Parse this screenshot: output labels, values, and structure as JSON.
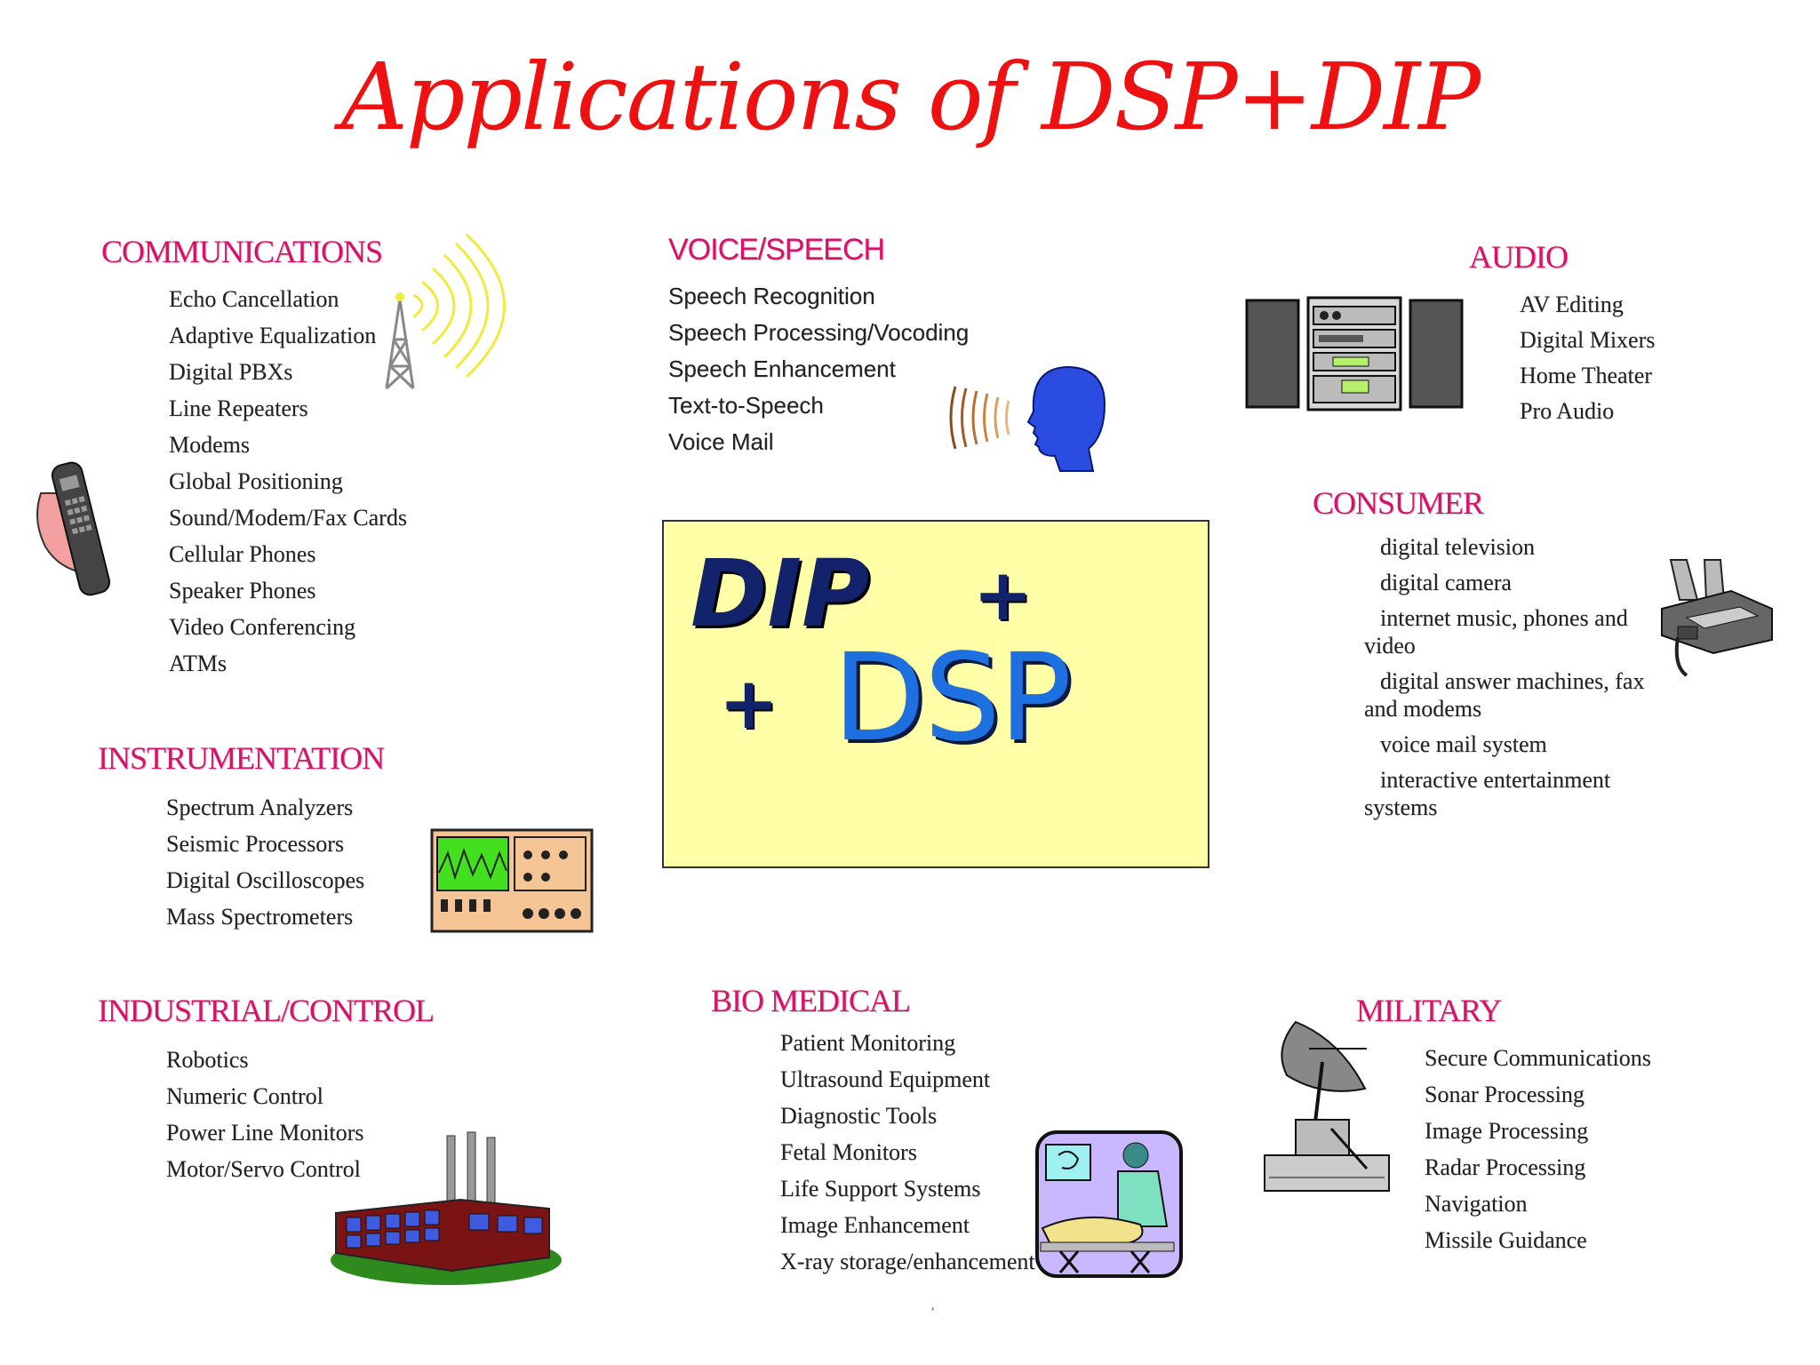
{
  "title": "Applications of DSP+DIP",
  "center": {
    "dip": "DIP",
    "plus_a": "+",
    "plus_b": "+",
    "dsp": "DSP"
  },
  "communications": {
    "heading": "COMMUNICATIONS",
    "items": [
      "Echo Cancellation",
      "Adaptive Equalization",
      "Digital PBXs",
      "Line Repeaters",
      "Modems",
      "Global Positioning",
      "Sound/Modem/Fax Cards",
      "Cellular Phones",
      "Speaker Phones",
      "Video Conferencing",
      "ATMs"
    ]
  },
  "voice": {
    "heading": "VOICE/SPEECH",
    "items": [
      "Speech Recognition",
      "Speech Processing/Vocoding",
      "Speech Enhancement",
      "Text-to-Speech",
      "Voice Mail"
    ]
  },
  "audio": {
    "heading": "AUDIO",
    "items": [
      "AV Editing",
      "Digital Mixers",
      "Home Theater",
      "Pro Audio"
    ]
  },
  "consumer": {
    "heading": "CONSUMER",
    "items": [
      "digital television",
      "digital camera",
      "internet music, phones and video",
      "digital answer machines, fax and modems",
      "voice mail system",
      "interactive entertainment systems"
    ]
  },
  "instrumentation": {
    "heading": "INSTRUMENTATION",
    "items": [
      "Spectrum Analyzers",
      "Seismic Processors",
      "Digital Oscilloscopes",
      "Mass Spectrometers"
    ]
  },
  "industrial": {
    "heading": "INDUSTRIAL/CONTROL",
    "items": [
      "Robotics",
      "Numeric Control",
      "Power Line Monitors",
      "Motor/Servo Control"
    ]
  },
  "biomedical": {
    "heading": "BIO MEDICAL",
    "items": [
      "Patient Monitoring",
      "Ultrasound Equipment",
      "Diagnostic Tools",
      "Fetal Monitors",
      "Life Support Systems",
      "Image Enhancement",
      "X-ray storage/enhancement"
    ]
  },
  "military": {
    "heading": "MILITARY",
    "items": [
      "Secure Communications",
      "Sonar Processing",
      "Image Processing",
      "Radar Processing",
      "Navigation",
      "Missile  Guidance"
    ]
  },
  "footnote": ",",
  "colors": {
    "title": "#ee1111",
    "heading": "#d8126a",
    "box": "#ffffa8",
    "dip": "#13236b",
    "dsp": "#1e6fe0"
  },
  "icons": [
    "antenna-tower-icon",
    "cell-phone-icon",
    "speaking-head-icon",
    "stereo-system-icon",
    "fax-machine-icon",
    "instrument-panel-icon",
    "factory-icon",
    "patient-scan-icon",
    "satellite-dish-icon"
  ]
}
